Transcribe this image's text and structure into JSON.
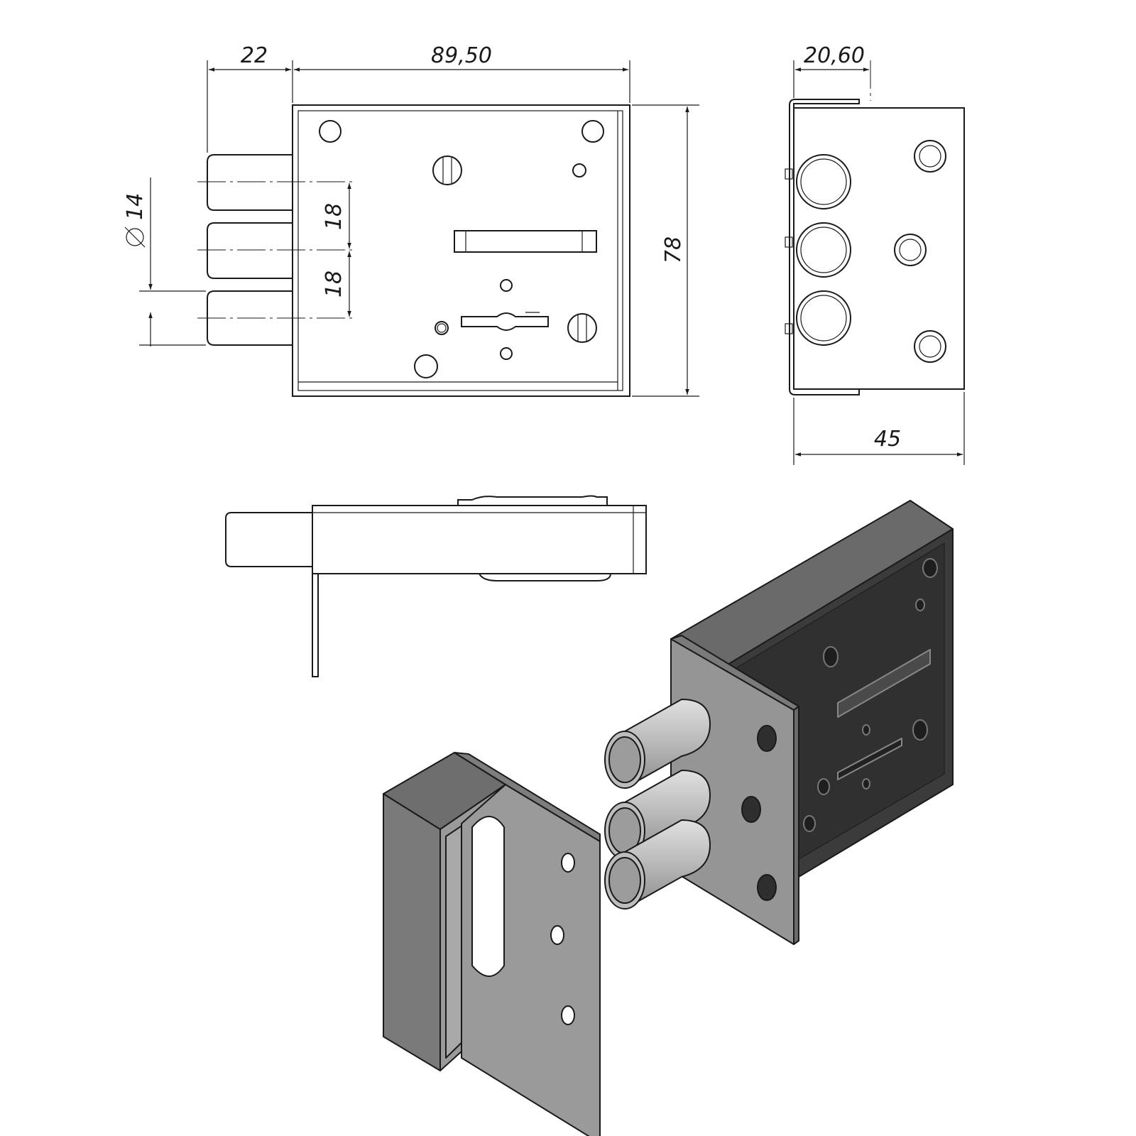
{
  "drawing": {
    "dimensions": {
      "bolt_projection": "22",
      "body_width": "89,50",
      "bolt_diameter": "14",
      "bolt_spacing_top": "18",
      "bolt_spacing_bottom": "18",
      "body_height": "78",
      "faceplate_offset": "20,60",
      "body_depth": "45"
    },
    "colors": {
      "line": "#1a1a1a",
      "dark_face": "#3a3a3a",
      "mid_face": "#8a8a8a",
      "light_face": "#b5b5b5",
      "bolt": "#c8c8c8"
    }
  }
}
